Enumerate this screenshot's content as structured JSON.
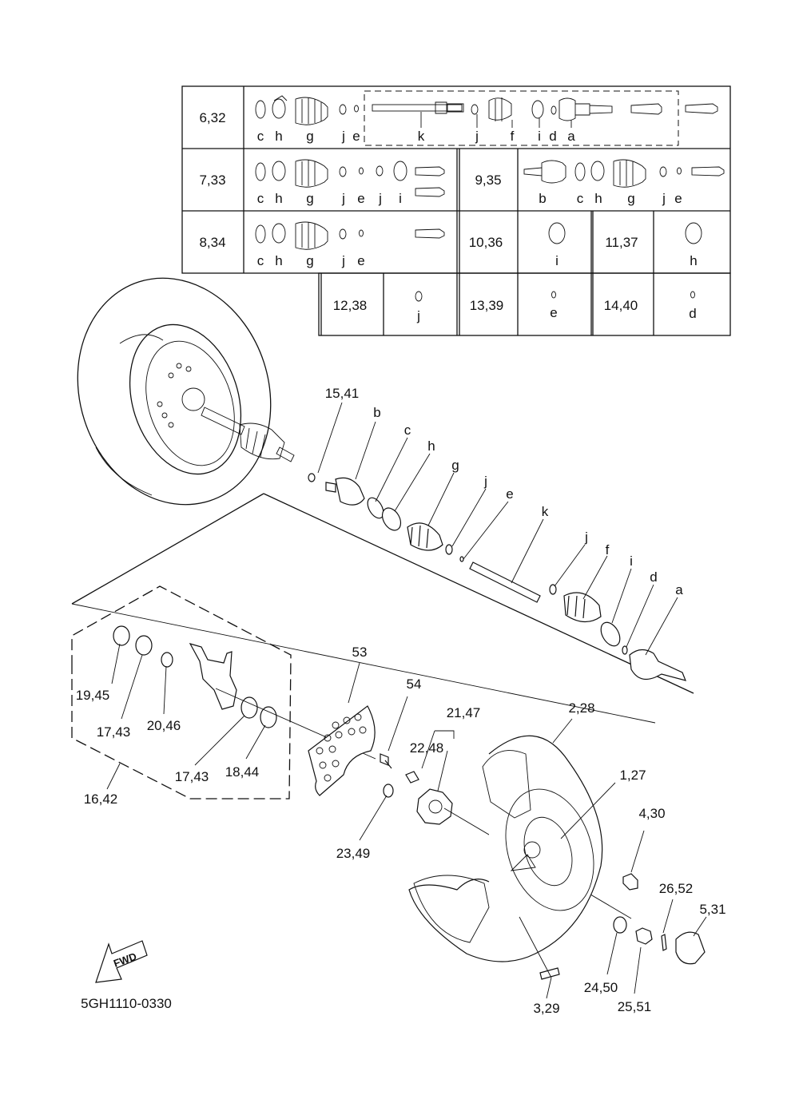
{
  "diagram_code": "5GH1110-0330",
  "fwd_label": "FWD",
  "table": {
    "cells": [
      {
        "id": "r1",
        "ref": "6,32",
        "letters": [
          "c",
          "h",
          "g",
          "j",
          "e",
          "k",
          "j",
          "f",
          "i",
          "d",
          "a"
        ]
      },
      {
        "id": "r2a",
        "ref": "7,33",
        "letters": [
          "c",
          "h",
          "g",
          "j",
          "e",
          "j",
          "i"
        ]
      },
      {
        "id": "r2b",
        "ref": "9,35",
        "letters": [
          "b",
          "c",
          "h",
          "g",
          "j",
          "e"
        ]
      },
      {
        "id": "r3a",
        "ref": "8,34",
        "letters": [
          "c",
          "h",
          "g",
          "j",
          "e"
        ]
      },
      {
        "id": "r3b",
        "ref": "10,36",
        "letters": [
          "i"
        ]
      },
      {
        "id": "r3c",
        "ref": "11,37",
        "letters": [
          "h"
        ]
      },
      {
        "id": "r4a",
        "ref": "12,38",
        "letters": [
          "j"
        ]
      },
      {
        "id": "r4b",
        "ref": "13,39",
        "letters": [
          "e"
        ]
      },
      {
        "id": "r4c",
        "ref": "14,40",
        "letters": [
          "d"
        ]
      }
    ]
  },
  "callouts": {
    "c15_41": "15,41",
    "b": "b",
    "c": "c",
    "h": "h",
    "g": "g",
    "j1": "j",
    "e": "e",
    "k": "k",
    "j2": "j",
    "f": "f",
    "i": "i",
    "d": "d",
    "a": "a",
    "c53": "53",
    "c54": "54",
    "c21_47": "21,47",
    "c22_48": "22,48",
    "c2_28": "2,28",
    "c1_27": "1,27",
    "c4_30": "4,30",
    "c26_52": "26,52",
    "c5_31": "5,31",
    "c24_50": "24,50",
    "c25_51": "25,51",
    "c3_29": "3,29",
    "c23_49": "23,49",
    "c19_45": "19,45",
    "c17_43a": "17,43",
    "c20_46": "20,46",
    "c17_43b": "17,43",
    "c18_44": "18,44",
    "c16_42": "16,42"
  }
}
